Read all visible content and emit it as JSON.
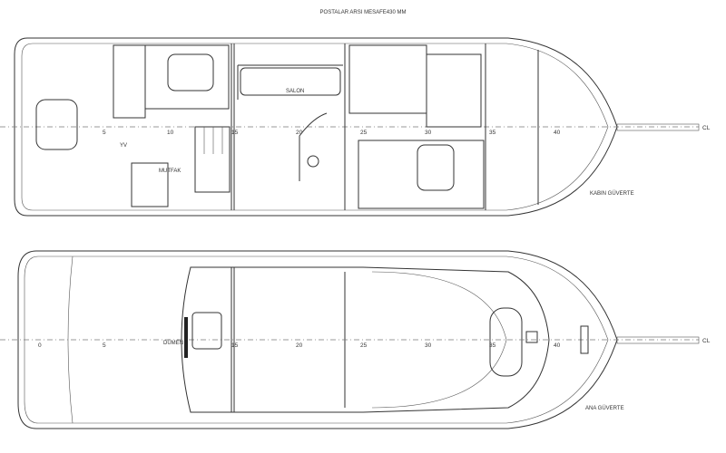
{
  "title": "POSTALAR ARSI MESAFE430 MM",
  "cabin_deck": {
    "label": "KABIN GÜVERTE",
    "stations": [
      "5",
      "10",
      "15",
      "20",
      "25",
      "30",
      "35",
      "40"
    ],
    "rooms": {
      "salon": "SALON",
      "galley": "MUTFAK",
      "yv": "YV"
    },
    "centerline": "CL"
  },
  "main_deck": {
    "label": "ANA GÜVERTE",
    "stations": [
      "0",
      "5",
      "15",
      "20",
      "25",
      "30",
      "35",
      "40"
    ],
    "helm": "DÜMEN",
    "centerline": "CL"
  }
}
